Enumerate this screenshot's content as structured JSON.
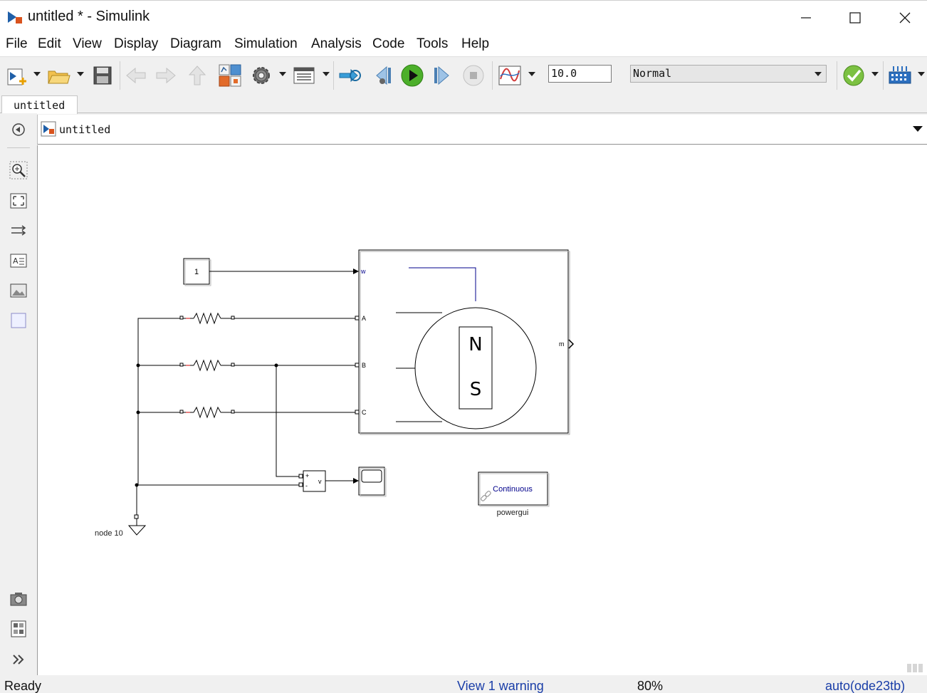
{
  "window": {
    "title": "untitled * - Simulink"
  },
  "menu": [
    "File",
    "Edit",
    "View",
    "Display",
    "Diagram",
    "Simulation",
    "Analysis",
    "Code",
    "Tools",
    "Help"
  ],
  "toolbar": {
    "stop_time": "10.0",
    "sim_mode": "Normal"
  },
  "tab": {
    "label": "untitled"
  },
  "address": {
    "path": "untitled"
  },
  "diagram": {
    "constant_value": "1",
    "machine_ports": {
      "w": "w",
      "a": "A",
      "b": "B",
      "c": "C",
      "m": "m"
    },
    "magnet_n": "N",
    "magnet_s": "S",
    "vm_plus": "+",
    "vm_minus": "-",
    "vm_label": "v",
    "ground_label": "node 10",
    "powergui_text": "Continuous",
    "powergui_label": "powergui"
  },
  "status": {
    "ready": "Ready",
    "warning": "View 1 warning",
    "zoom": "80%",
    "solver": "auto(ode23tb)"
  },
  "colors": {
    "link_blue": "#1a3ea8",
    "signal_blue": "#00008b",
    "resistor_red": "#cc0000"
  }
}
